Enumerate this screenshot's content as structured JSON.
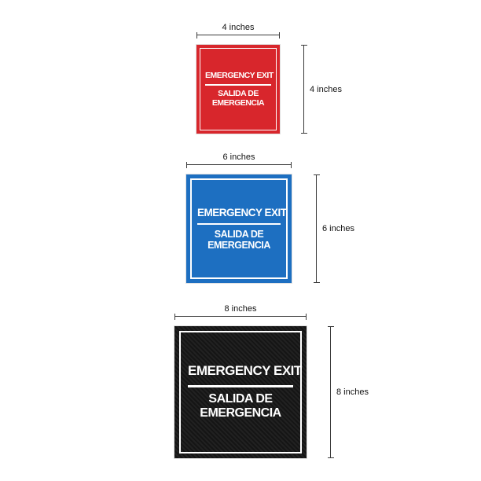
{
  "signs": [
    {
      "name": "4-inch-red-sign",
      "color": "#d8262c",
      "width_label": "4 inches",
      "height_label": "4 inches",
      "title": "EMERGENCY EXIT",
      "subtitle_line1": "SALIDA DE",
      "subtitle_line2": "EMERGENCIA"
    },
    {
      "name": "6-inch-blue-sign",
      "color": "#1d6fc1",
      "width_label": "6 inches",
      "height_label": "6 inches",
      "title": "EMERGENCY EXIT",
      "subtitle_line1": "SALIDA DE",
      "subtitle_line2": "EMERGENCIA"
    },
    {
      "name": "8-inch-black-sign",
      "color": "#151515",
      "width_label": "8 inches",
      "height_label": "8 inches",
      "title": "EMERGENCY EXIT",
      "subtitle_line1": "SALIDA DE",
      "subtitle_line2": "EMERGENCIA"
    }
  ]
}
